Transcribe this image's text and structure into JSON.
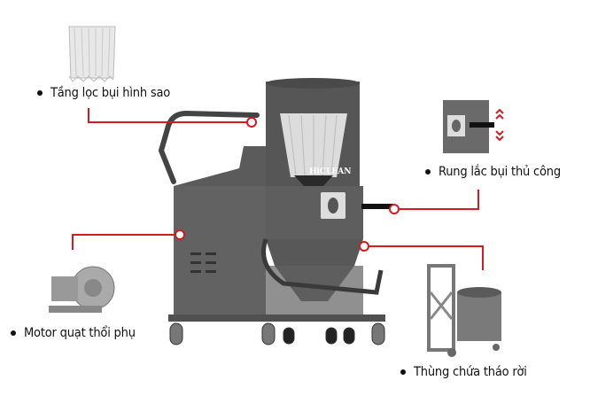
{
  "brand": "HiCLEAN",
  "accent_color": "#d71920",
  "callouts": [
    {
      "label": "Tầng lọc bụi hình sao"
    },
    {
      "label": "Rung lắc bụi thủ công"
    },
    {
      "label": "Motor quạt thổi phụ"
    },
    {
      "label": "Thùng chứa tháo rời"
    }
  ]
}
